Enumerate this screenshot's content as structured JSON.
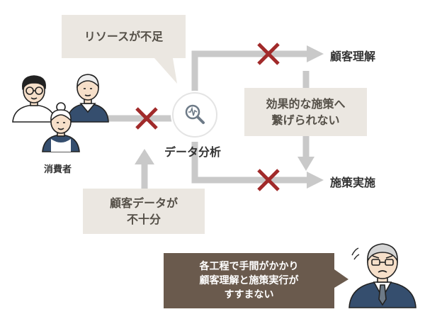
{
  "colors": {
    "arrow": "#c9c9c9",
    "callout_bg": "#ebe7e1",
    "callout_text": "#555048",
    "cross": "#a12a2a",
    "dark_bubble": "#6a5a4d",
    "hub_icon": "#6d7a87",
    "shirt_navy": "#354e6e",
    "skin": "#f6dfc9"
  },
  "callouts": {
    "resource": {
      "lines": [
        "リソースが不足"
      ]
    },
    "data": {
      "lines": [
        "顧客データが",
        "不十分"
      ]
    },
    "measures": {
      "lines": [
        "効果的な施策へ",
        "繋げられない"
      ]
    }
  },
  "labels": {
    "consumers": "消費者",
    "hub": "データ分析",
    "understanding": "顧客理解",
    "implementation": "施策実施"
  },
  "bottom_bubble": {
    "lines": [
      "各工程で手間がかかり",
      "顧客理解と施策実行が",
      "すすまない"
    ]
  },
  "icons": {
    "hub": "magnifier-chart-icon",
    "cross": "cross-mark-icon",
    "worried_person": "worried-businessman-icon"
  }
}
